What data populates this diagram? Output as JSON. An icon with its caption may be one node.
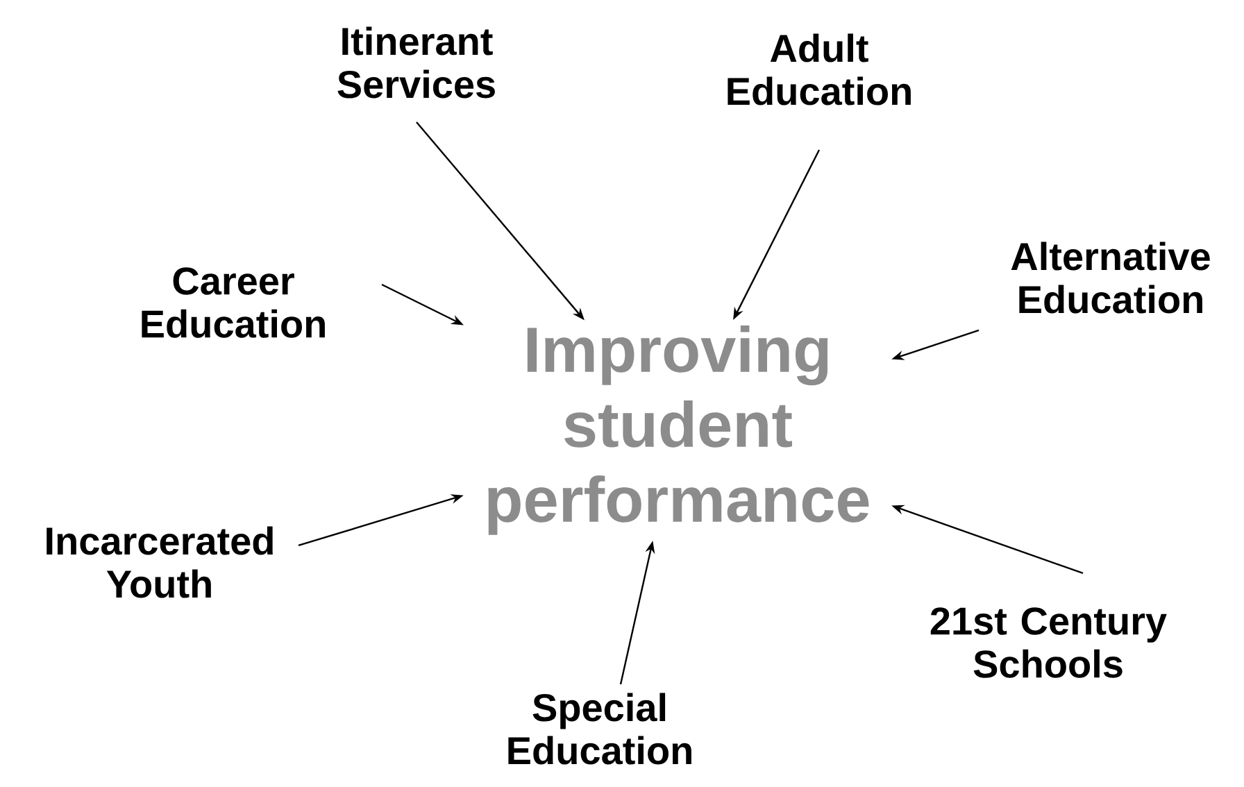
{
  "diagram": {
    "nodes": [
      {
        "text": [
          "Improving student performance"
        ]
      },
      {
        "text": [
          "Itinerant Services"
        ]
      },
      {
        "text": [
          "Adult Education"
        ]
      },
      {
        "text": [
          "Alternative Education"
        ]
      },
      {
        "text": [
          "Career Education"
        ]
      },
      {
        "text": [
          "Incarcerated Youth"
        ]
      },
      {
        "text": [
          "21st Century Schools"
        ]
      },
      {
        "text": [
          "Special Education"
        ]
      }
    ],
    "edges": [
      {
        "from": 1,
        "to": 0,
        "arrow": "to"
      },
      {
        "from": 2,
        "to": 0,
        "arrow": "to"
      },
      {
        "from": 3,
        "to": 0,
        "arrow": "to"
      },
      {
        "from": 4,
        "to": 0,
        "arrow": "to"
      },
      {
        "from": 5,
        "to": 0,
        "arrow": "to"
      },
      {
        "from": 6,
        "to": 0,
        "arrow": "to"
      },
      {
        "from": 7,
        "to": 0,
        "arrow": "to"
      }
    ]
  }
}
